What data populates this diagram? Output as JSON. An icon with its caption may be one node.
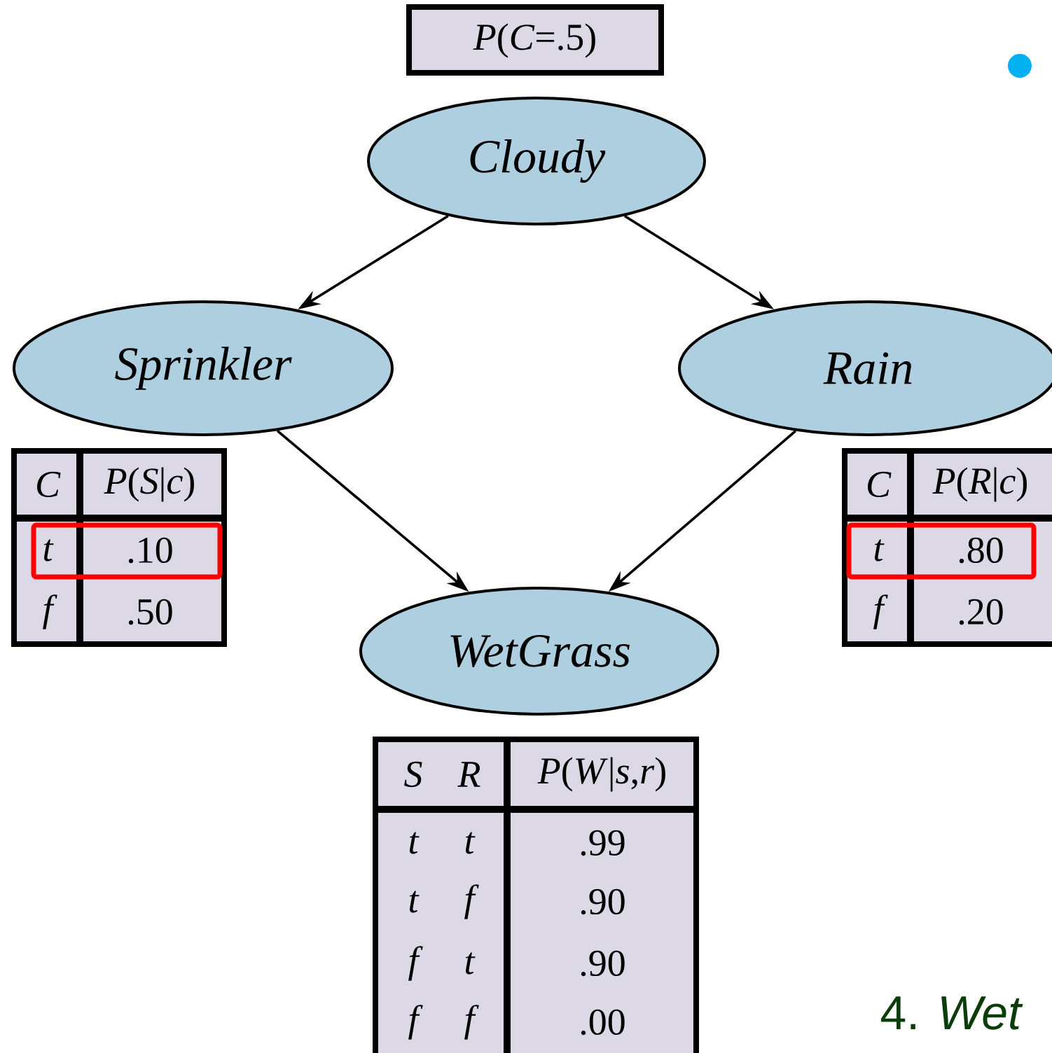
{
  "diagram": {
    "nodes": [
      {
        "text": [
          "Cloudy"
        ]
      },
      {
        "text": [
          "Sprinkler"
        ]
      },
      {
        "text": [
          "Rain"
        ]
      },
      {
        "text": [
          "WetGrass"
        ]
      },
      {
        "text": [
          "*P*(*C*=.5)"
        ]
      },
      {
        "text": [
          "C",
          "*P*(*S*|*c*)",
          "t",
          ".10",
          "f",
          ".50"
        ]
      },
      {
        "text": [
          "C",
          "*P*(*R*|*c*)",
          "t",
          ".80",
          "f",
          ".20"
        ]
      },
      {
        "text": [
          "S",
          "R",
          "*P*(*W*|*s*,*r*)",
          "t",
          "t",
          ".99",
          "t",
          "f",
          ".90",
          "f",
          "t",
          ".90",
          "f",
          "f",
          ".00"
        ]
      }
    ],
    "edges": [
      {
        "from": 0,
        "to": 1,
        "arrow": "to"
      },
      {
        "from": 0,
        "to": 2,
        "arrow": "to"
      },
      {
        "from": 1,
        "to": 3,
        "arrow": "to"
      },
      {
        "from": 2,
        "to": 3,
        "arrow": "to"
      }
    ],
    "labels": [
      "4. *Wet*"
    ]
  }
}
